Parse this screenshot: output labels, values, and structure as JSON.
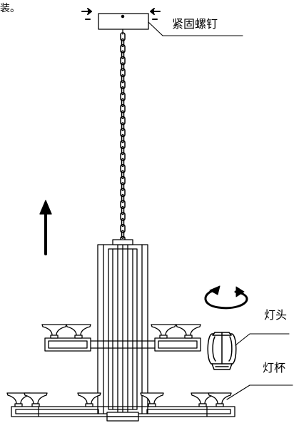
{
  "labels": {
    "top_fragment": "装。",
    "screw": "紧固螺钉",
    "lamp_head": "灯头",
    "lamp_cup": "灯杯"
  },
  "colors": {
    "line": "#000000",
    "background": "#ffffff"
  },
  "icons": [
    "up-arrow-icon",
    "rotate-arrow-icon",
    "push-arrow-icon"
  ]
}
